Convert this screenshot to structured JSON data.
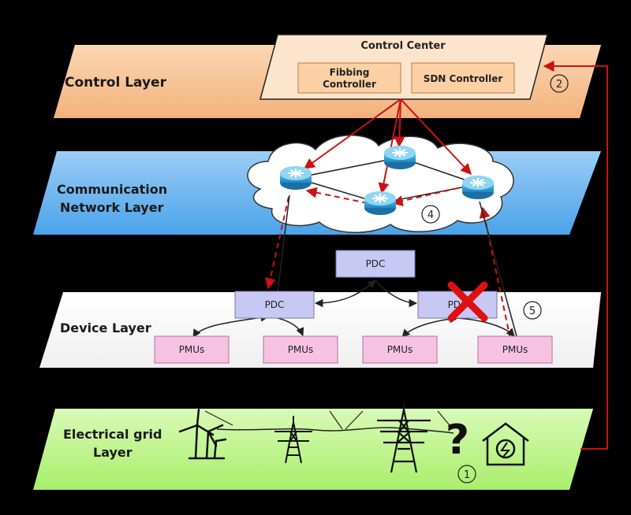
{
  "layers": {
    "control": "Control Layer",
    "communication_line1": "Communication",
    "communication_line2": "Network Layer",
    "device": "Device Layer",
    "grid_line1": "Electrical grid",
    "grid_line2": "Layer"
  },
  "control_center": {
    "title": "Control Center",
    "fibbing_line1": "Fibbing",
    "fibbing_line2": "Controller",
    "sdn": "SDN Controller"
  },
  "devices": {
    "pdc_top": "PDC",
    "pdc_left": "PDC",
    "pdc_right": "PDC",
    "pmu1": "PMUs",
    "pmu2": "PMUs",
    "pmu3": "PMUs",
    "pmu4": "PMUs"
  },
  "markers": {
    "m1": "1",
    "m2": "2",
    "m4": "4",
    "m5": "5",
    "question": "?"
  },
  "colors": {
    "control_layer": "#f8c79a",
    "comm_layer": "#6fb6ef",
    "device_layer": "#ffffff",
    "grid_layer": "#c9f59a",
    "arrow_red": "#cc1111",
    "pdc_fill": "#c8c8f4",
    "pmu_fill": "#f7c2e2"
  },
  "icons": [
    "router-icon",
    "wind-turbine-icon",
    "transmission-tower-icon",
    "charging-station-icon",
    "failure-x-icon"
  ]
}
